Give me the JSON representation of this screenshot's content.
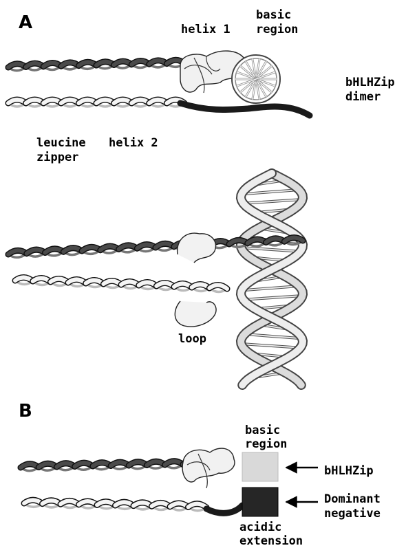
{
  "panel_a": {
    "letter": "A",
    "labels": {
      "helix1": "helix 1",
      "basic_region_line1": "basic",
      "basic_region_line2": "region",
      "dimer_line1": "bHLHZip",
      "dimer_line2": "dimer",
      "leucine_line1": "leucine",
      "leucine_line2": "zipper",
      "helix2": "helix 2",
      "loop": "loop"
    }
  },
  "panel_b": {
    "letter": "B",
    "labels": {
      "basic_region_line1": "basic",
      "basic_region_line2": "region",
      "bhlhzip": "bHLHZip",
      "dominant_line1": "Dominant",
      "dominant_line2": "negative",
      "acidic_line1": "acidic",
      "acidic_line2": "extension"
    },
    "colors": {
      "basic_box": "#d9d9d9",
      "acidic_box": "#262626"
    }
  }
}
